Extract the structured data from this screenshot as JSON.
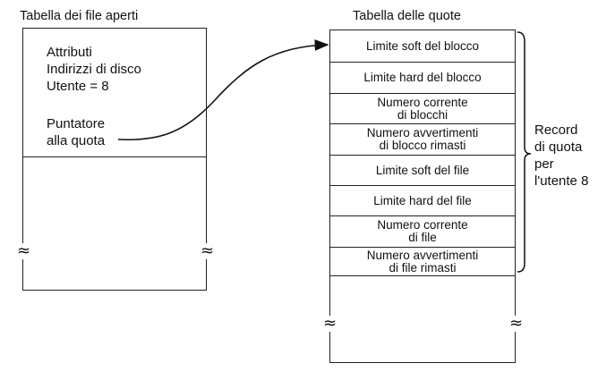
{
  "open_files_table": {
    "title": "Tabella dei file aperti",
    "entry_lines": [
      "Attributi",
      "Indirizzi di disco",
      "Utente = 8"
    ],
    "pointer_lines": [
      "Puntatore",
      "alla quota"
    ]
  },
  "quota_table": {
    "title": "Tabella delle quote",
    "fields": [
      [
        "Limite soft del blocco"
      ],
      [
        "Limite hard del blocco"
      ],
      [
        "Numero corrente",
        "di blocchi"
      ],
      [
        "Numero avvertimenti",
        "di blocco rimasti"
      ],
      [
        "Limite soft del file"
      ],
      [
        "Limite hard del file"
      ],
      [
        "Numero corrente",
        "di file"
      ],
      [
        "Numero avvertimenti",
        "di file rimasti"
      ]
    ]
  },
  "record_label": [
    "Record",
    "di quota",
    "per",
    "l'utente 8"
  ],
  "break_symbol": "≈"
}
